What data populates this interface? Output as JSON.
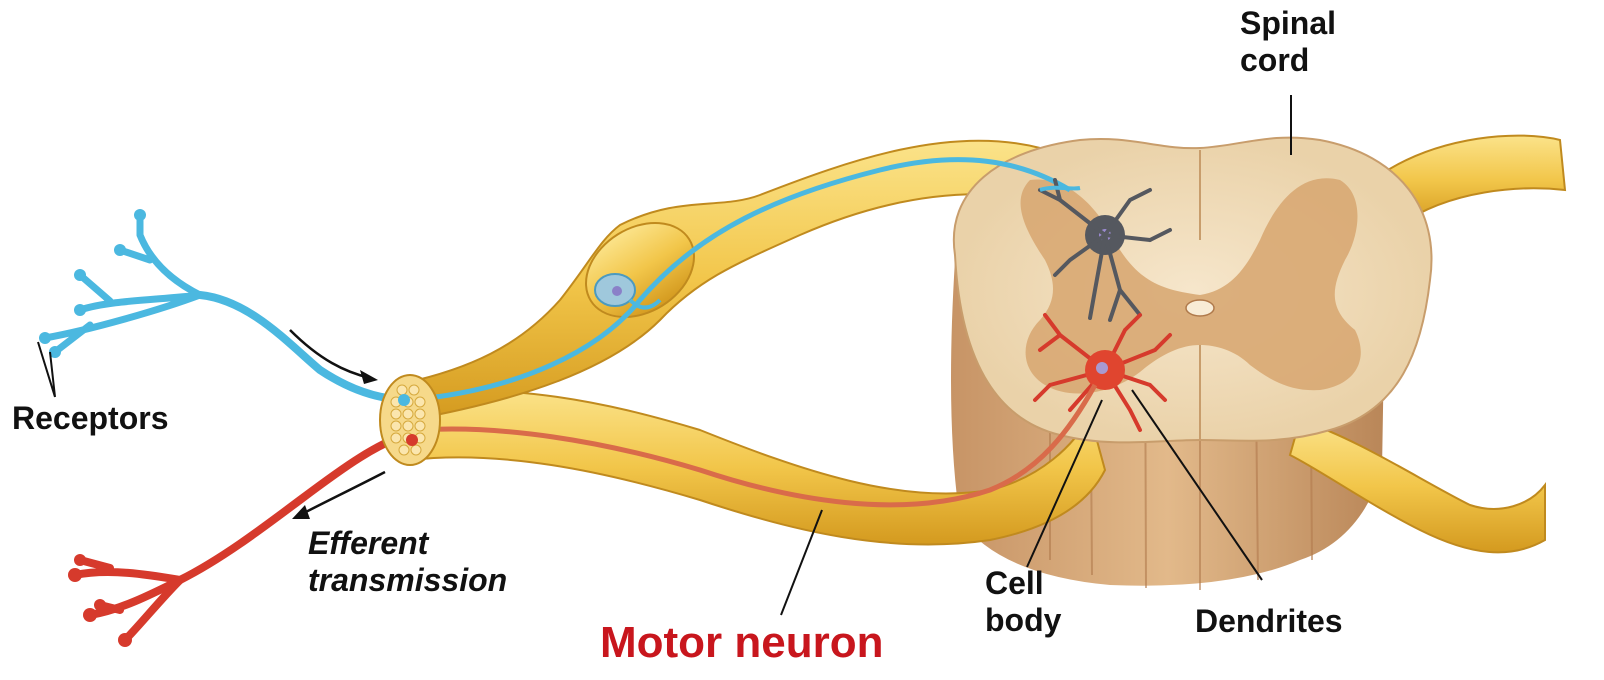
{
  "labels": {
    "spinal_cord": [
      "Spinal",
      "cord"
    ],
    "receptors": "Receptors",
    "efferent": [
      "Efferent",
      "transmission"
    ],
    "motor_neuron": "Motor neuron",
    "cell_body": [
      "Cell",
      "body"
    ],
    "dendrites": "Dendrites"
  },
  "colors": {
    "nerve_yellow": "#f2c64a",
    "sensory_blue": "#4bb8e0",
    "motor_red": "#d63a2c",
    "interneuron_gray": "#55585f",
    "white_matter": "#f1dfc0",
    "gray_matter": "#d8a873",
    "motor_label": "#c8161d"
  }
}
